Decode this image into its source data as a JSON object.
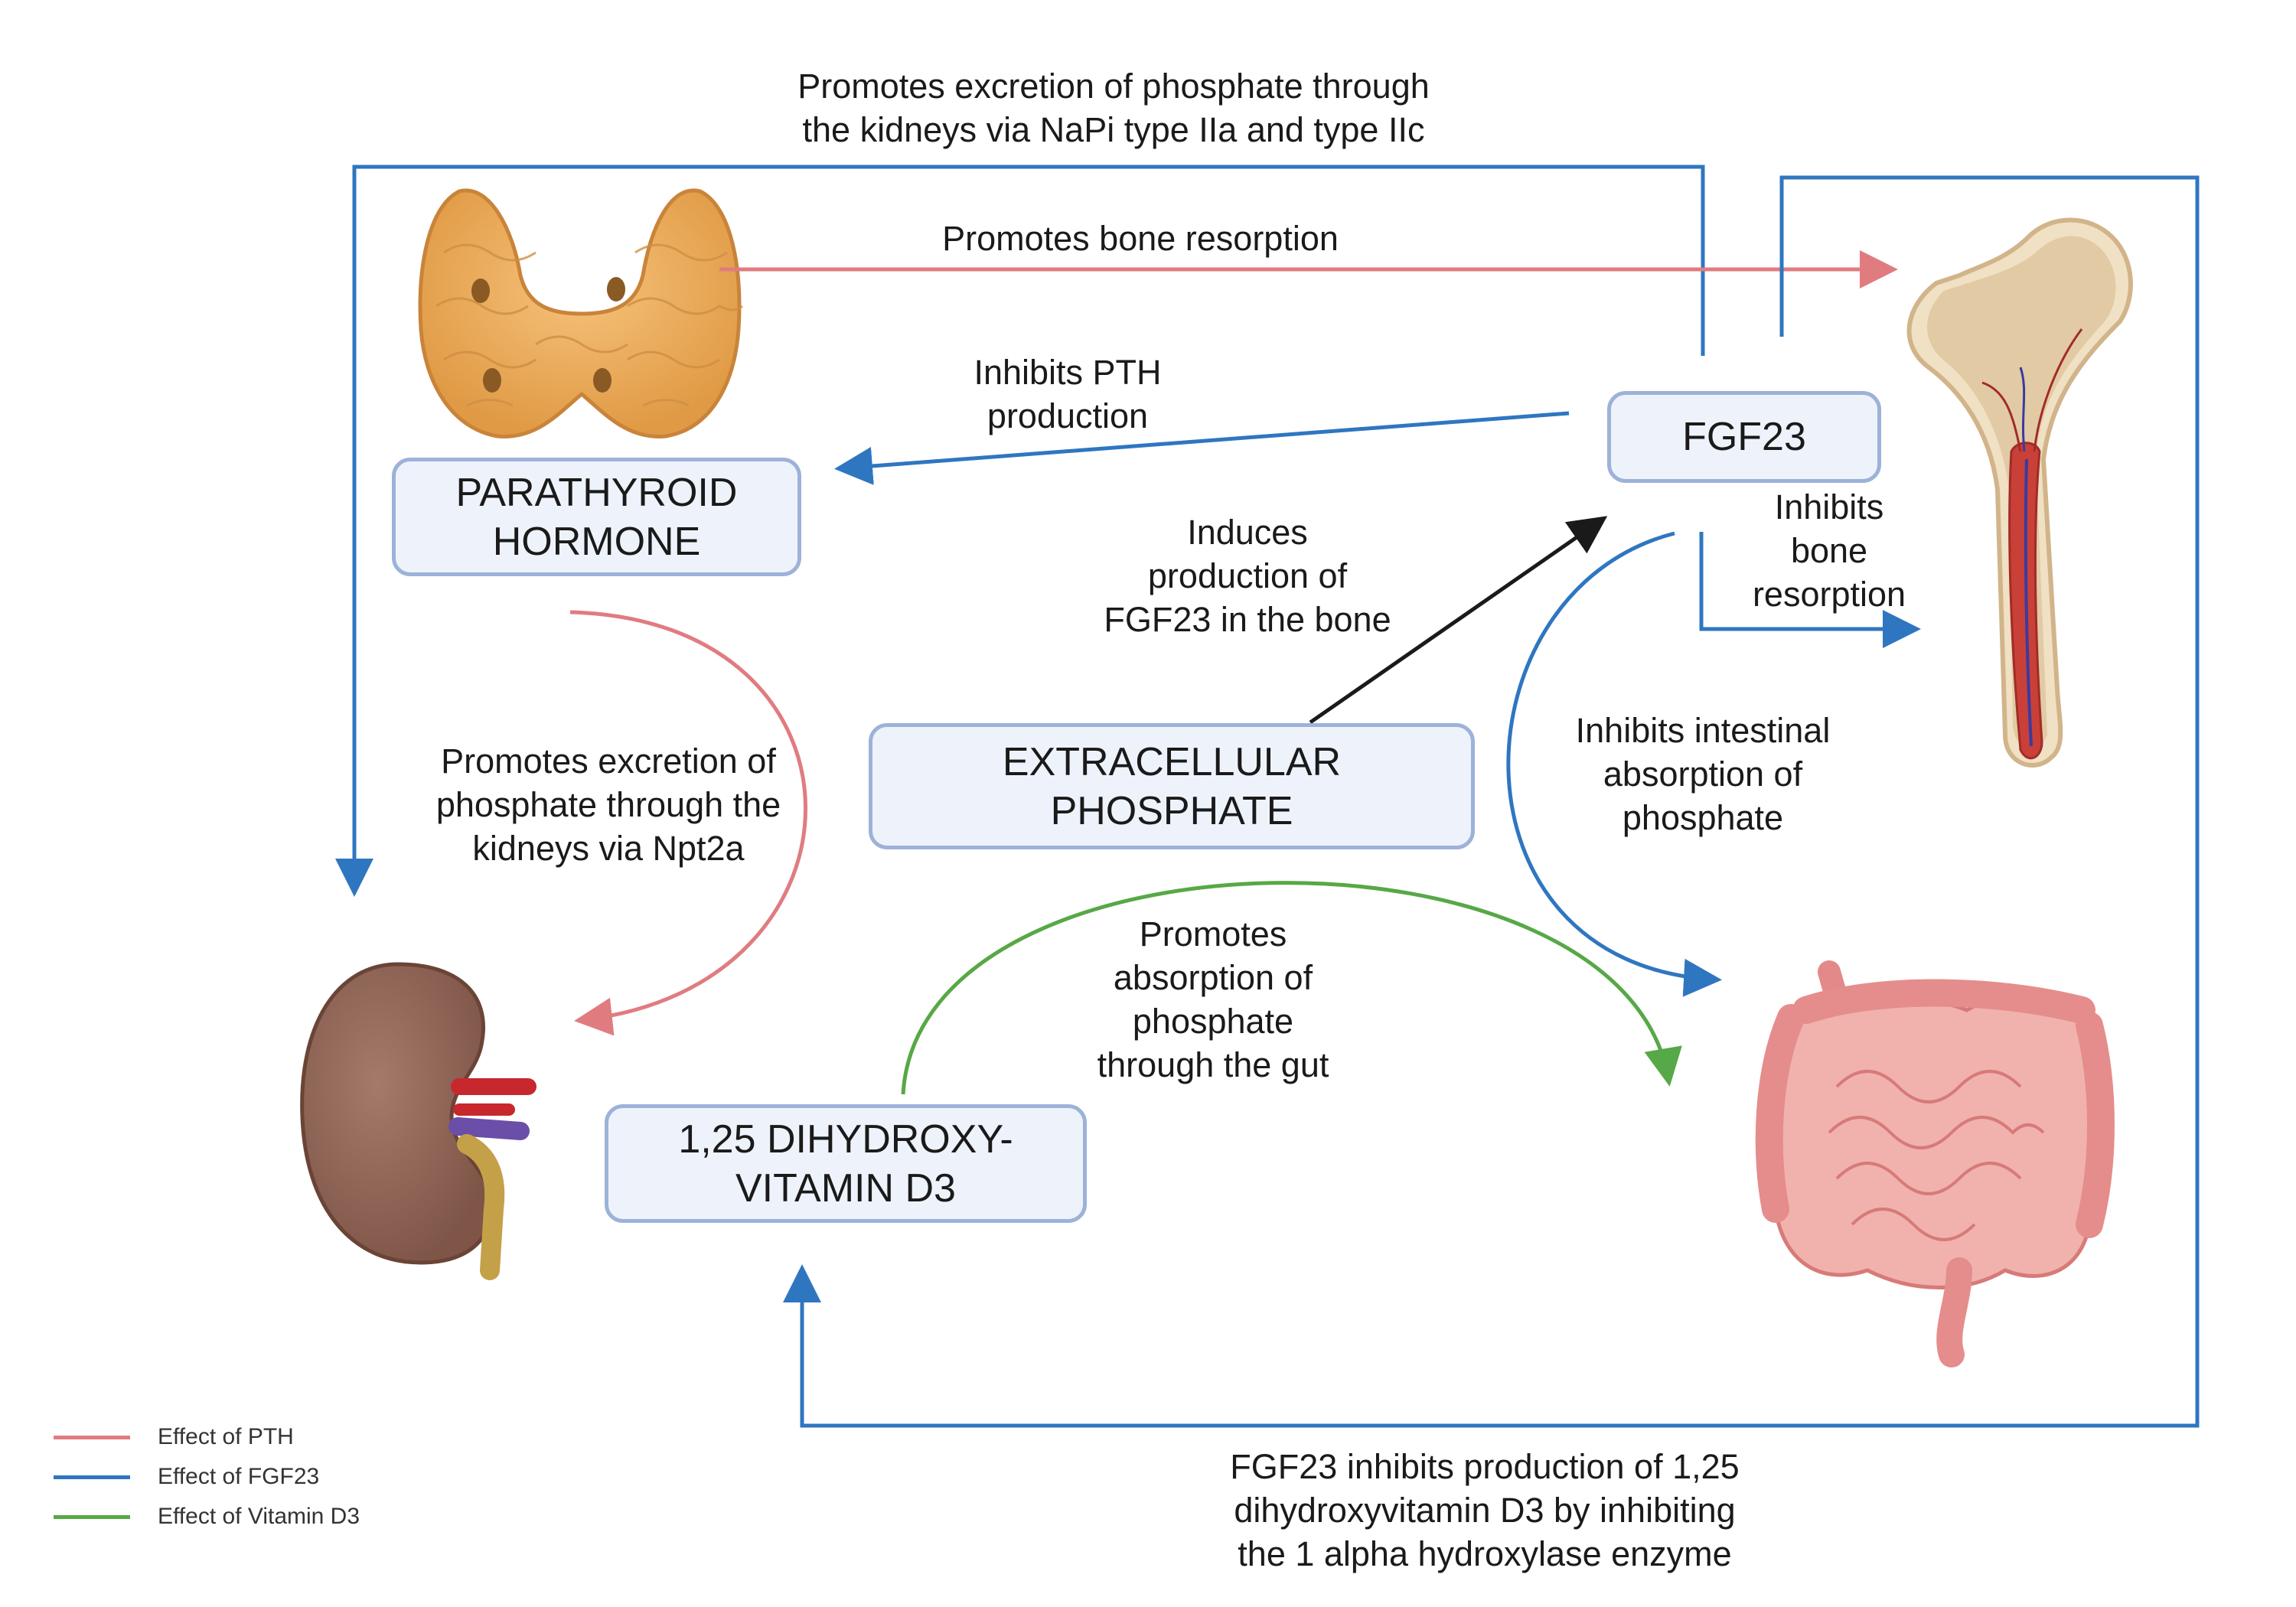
{
  "colors": {
    "pth": "#e07c80",
    "fgf23": "#2f76c0",
    "vitd3": "#57a846",
    "induce": "#1a1a1a"
  },
  "boxes": {
    "pth": "PARATHYROID\nHORMONE",
    "fgf23": "FGF23",
    "phosphate": "EXTRACELLULAR\nPHOSPHATE",
    "vitd3": "1,25 DIHYDROXY-\nVITAMIN D3"
  },
  "labels": {
    "fgf23_kidney": "Promotes excretion of phosphate through\nthe kidneys via NaPi type IIa and type IIc",
    "pth_bone": "Promotes bone resorption",
    "fgf23_pth": "Inhibits PTH\nproduction",
    "phosphate_fgf23": "Induces\nproduction of\nFGF23 in the bone",
    "fgf23_bone": "Inhibits\nbone\nresorption",
    "pth_kidney": "Promotes excretion of\nphosphate through the\nkidneys via Npt2a",
    "fgf23_gut": "Inhibits intestinal\nabsorption of\nphosphate",
    "vitd3_gut": "Promotes\nabsorption of\nphosphate\nthrough the gut",
    "fgf23_vitd3": "FGF23 inhibits production of 1,25\ndihydroxyvitamin D3 by inhibiting\nthe 1 alpha hydroxylase enzyme"
  },
  "legend": [
    {
      "label": "Effect of PTH",
      "color": "#e07c80"
    },
    {
      "label": "Effect of FGF23",
      "color": "#2f76c0"
    },
    {
      "label": "Effect of Vitamin D3",
      "color": "#57a846"
    }
  ],
  "icons": [
    "parathyroid-gland-icon",
    "femur-bone-icon",
    "kidney-icon",
    "intestine-icon"
  ]
}
